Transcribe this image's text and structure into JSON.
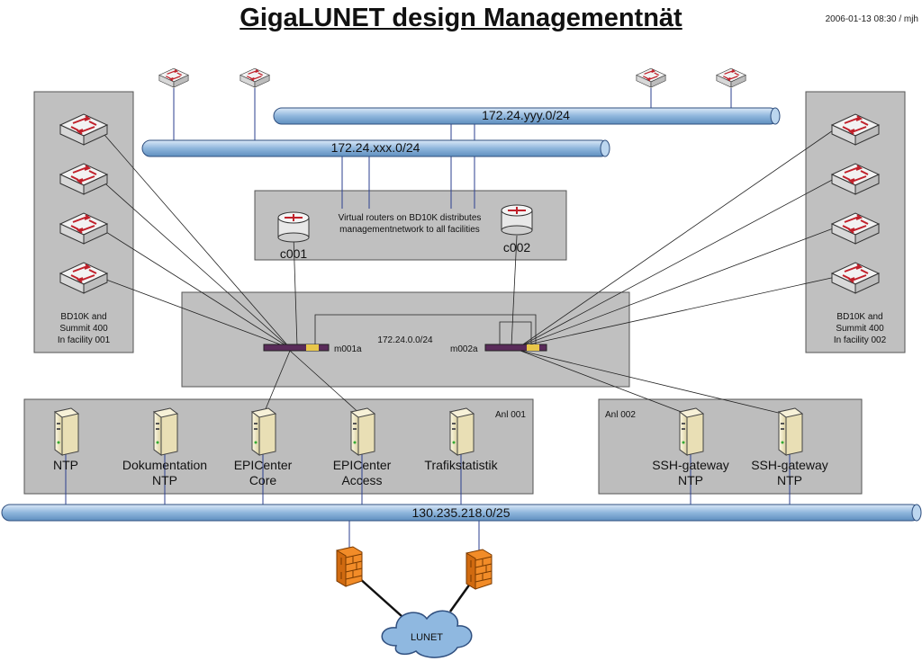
{
  "title": "GigaLUNET design Managementnät",
  "date_stamp": "2006-01-13 08:30 / mjh",
  "networks": {
    "yyy": "172.24.yyy.0/24",
    "xxx": "172.24.xxx.0/24",
    "mgmt": "172.24.0.0/24",
    "public": "130.235.218.0/25"
  },
  "router_box": {
    "caption_line1": "Virtual routers on BD10K distributes",
    "caption_line2": "managementnetwork to all facilities",
    "router_left": "c001",
    "router_right": "c002"
  },
  "switch_left": "m001a",
  "switch_right": "m002a",
  "facility_left": [
    "BD10K and",
    "Summit 400",
    "In facility 001"
  ],
  "facility_right": [
    "BD10K and",
    "Summit 400",
    "In facility 002"
  ],
  "anl001": "Anl 001",
  "anl002": "Anl 002",
  "servers": [
    {
      "line1": "NTP",
      "line2": ""
    },
    {
      "line1": "Dokumentation",
      "line2": "NTP"
    },
    {
      "line1": "EPICenter",
      "line2": "Core"
    },
    {
      "line1": "EPICenter",
      "line2": "Access"
    },
    {
      "line1": "Trafikstatistik",
      "line2": ""
    },
    {
      "line1": "SSH-gateway",
      "line2": "NTP"
    },
    {
      "line1": "SSH-gateway",
      "line2": "NTP"
    }
  ],
  "cloud": "LUNET",
  "colors": {
    "pipe": "#9dc3e6",
    "pipe_edge": "#2f4f7f",
    "box": "#c0c0c0",
    "firewall": "#f28c28",
    "cloud": "#8fb8e0"
  }
}
